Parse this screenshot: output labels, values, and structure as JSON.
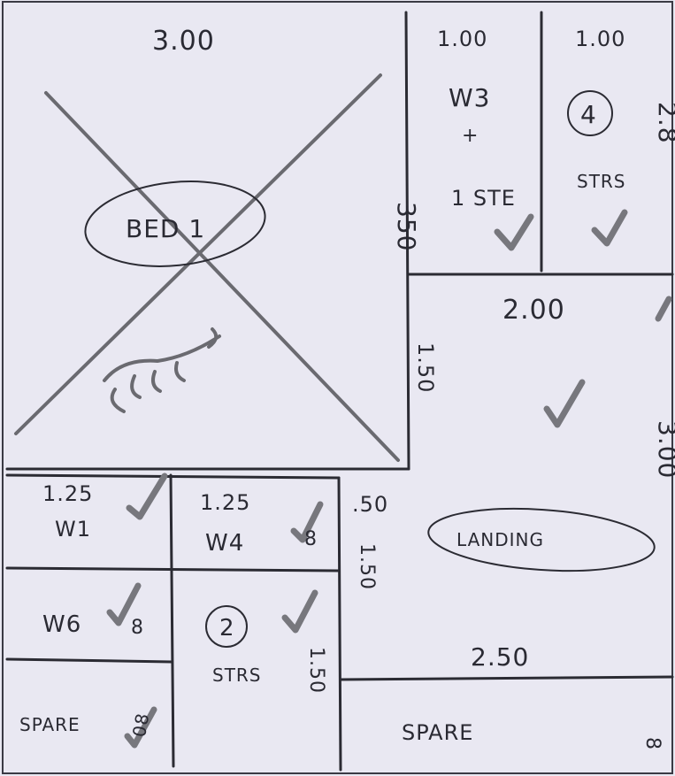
{
  "colors": {
    "paper": "#e9e8f2",
    "ink": "#2a2a33",
    "pencil": "#77777d"
  },
  "rooms": {
    "bed1": {
      "width": "3.00",
      "depth": "350",
      "label": "BED 1"
    },
    "w3": {
      "width": "1.00",
      "label": "W3",
      "plus": "+",
      "extra": "1 STE"
    },
    "stairs4": {
      "width": "1.00",
      "number": "4",
      "label": "STRS",
      "side": "2.8"
    },
    "hall": {
      "width": "2.00",
      "depth_left": "1.50",
      "depth_right": "3.00"
    },
    "w1": {
      "width": "1.25",
      "label": "W1"
    },
    "w4": {
      "width": "1.25",
      "label": "W4",
      "mark": "8"
    },
    "w6": {
      "label": "W6",
      "mark": "8"
    },
    "stairs2": {
      "number": "2",
      "label": "STRS",
      "depth": "1.50"
    },
    "landing": {
      "width": ".50",
      "label": "LANDING",
      "depth": "1.50",
      "length": "2.50"
    },
    "spare_left": {
      "label": "SPARE",
      "mark": "08"
    },
    "spare_right": {
      "label": "SPARE",
      "mark": "8"
    }
  },
  "icons": [
    "tick-icon",
    "cross-out-icon",
    "circle-icon"
  ]
}
